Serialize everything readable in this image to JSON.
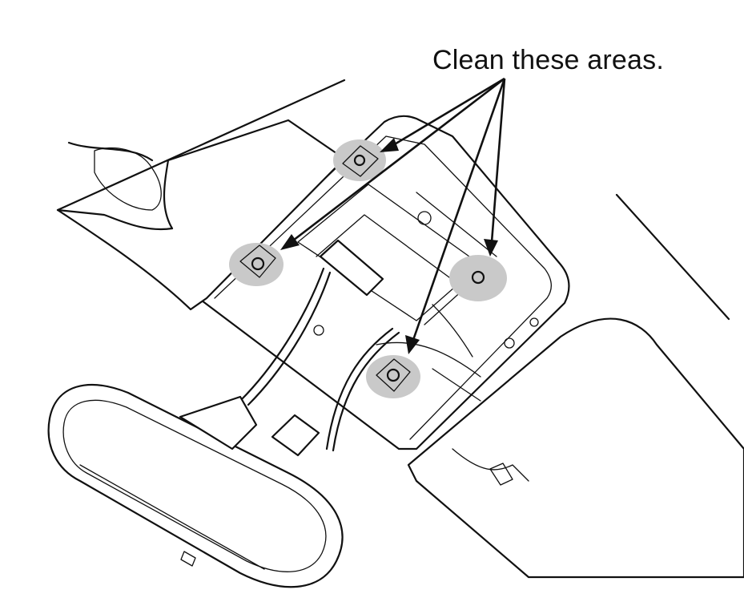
{
  "callout": {
    "text": "Clean these areas."
  },
  "colors": {
    "line": "#111111",
    "highlight": "#c9c9c9",
    "background": "#ffffff"
  },
  "highlights": [
    {
      "id": "upper-left-mount",
      "count": 1
    },
    {
      "id": "left-mount",
      "count": 1
    },
    {
      "id": "right-mount",
      "count": 1
    },
    {
      "id": "lower-mount",
      "count": 1
    }
  ]
}
